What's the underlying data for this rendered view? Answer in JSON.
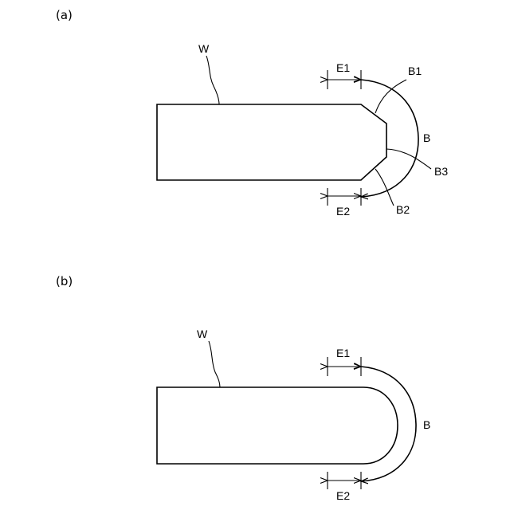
{
  "panel_a": {
    "label": "(a)",
    "wafer_label": "W",
    "e1_label": "E1",
    "e2_label": "E2",
    "b_label": "B",
    "b1_label": "B1",
    "b2_label": "B2",
    "b3_label": "B3"
  },
  "panel_b": {
    "label": "(b)",
    "wafer_label": "W",
    "e1_label": "E1",
    "e2_label": "E2",
    "b_label": "B"
  }
}
